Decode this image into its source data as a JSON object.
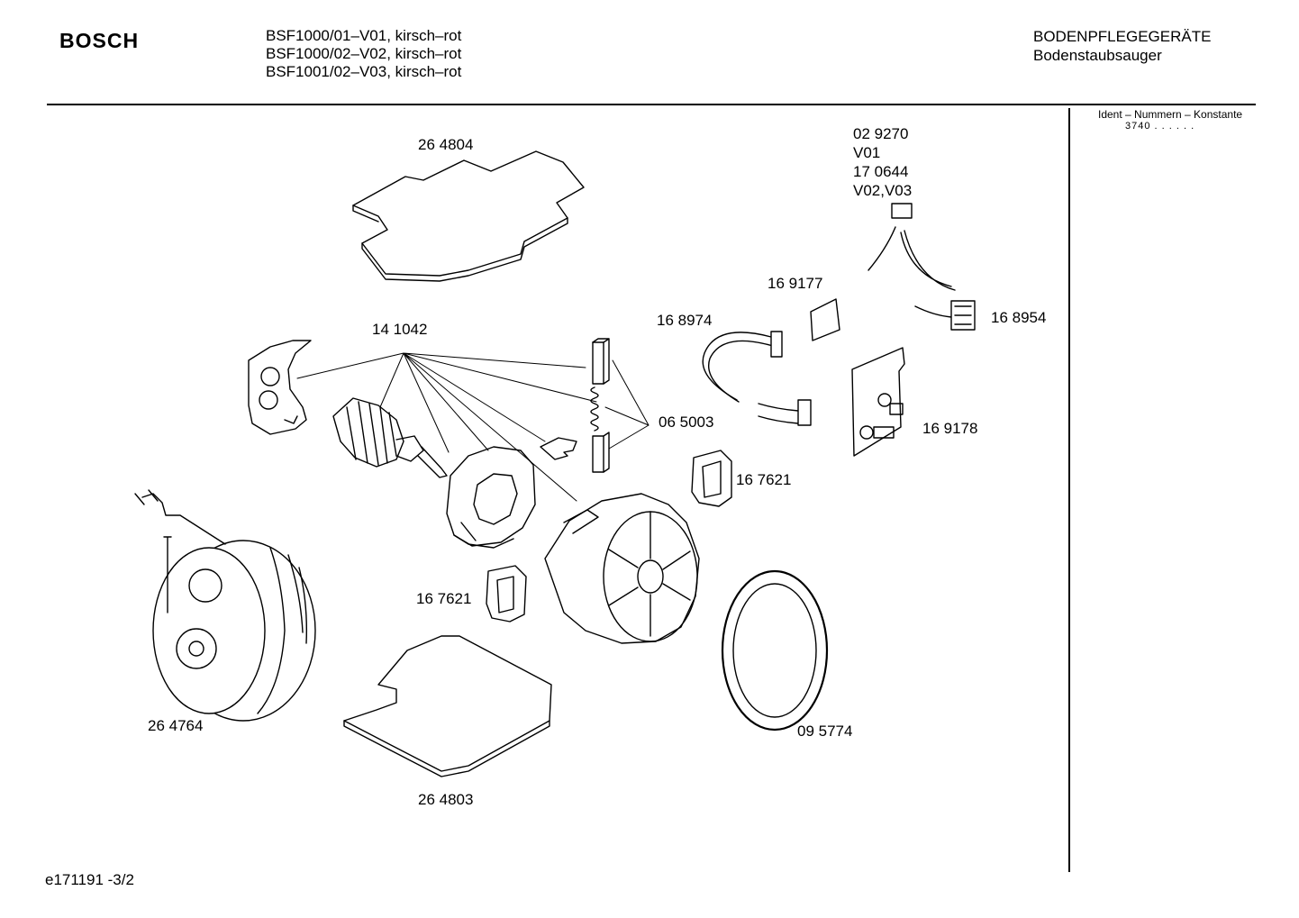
{
  "header": {
    "brand": "BOSCH",
    "models": [
      "BSF1000/01–V01, kirsch–rot",
      "BSF1000/02–V02, kirsch–rot",
      "BSF1001/02–V03, kirsch–rot"
    ],
    "category": "BODENPFLEGEGERÄTE",
    "subcategory": "Bodenstaubsauger"
  },
  "ident": {
    "heading": "Ident – Nummern – Konstante",
    "value": "3740  . .    . . . ."
  },
  "parts": {
    "p264804": "26 4804",
    "p029270": "02 9270",
    "v01": "V01",
    "p170644": "17 0644",
    "v02v03": "V02,V03",
    "p169177": "16 9177",
    "p168974": "16 8974",
    "p168954": "16 8954",
    "p141042": "14 1042",
    "p065003": "06 5003",
    "p169178": "16 9178",
    "p167621a": "16 7621",
    "p167621b": "16 7621",
    "p264764": "26 4764",
    "p095774": "09 5774",
    "p264803": "26 4803"
  },
  "footer": "e171191 -3/2"
}
